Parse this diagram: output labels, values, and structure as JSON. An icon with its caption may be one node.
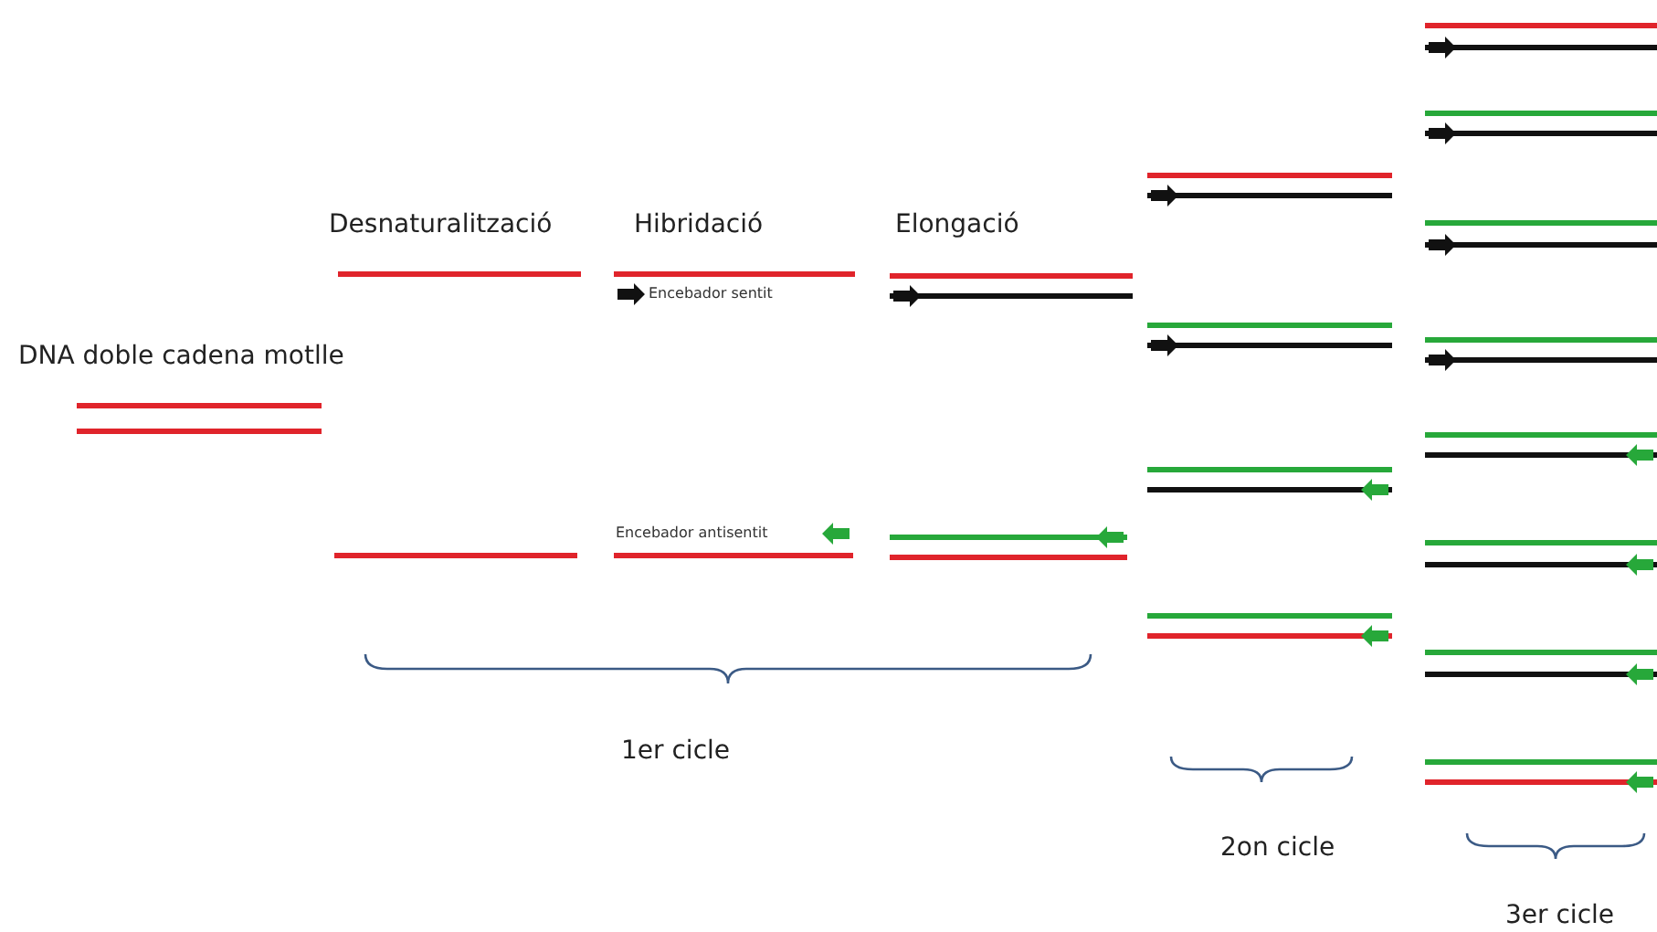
{
  "diagram": {
    "labels": [
      "Desnaturalització",
      "Hibridació",
      "Elongació",
      "DNA doble cadena motlle",
      "Encebador sentit",
      "Encebador antisentit",
      "1er cicle",
      "2on cicle",
      "3er cicle"
    ]
  }
}
